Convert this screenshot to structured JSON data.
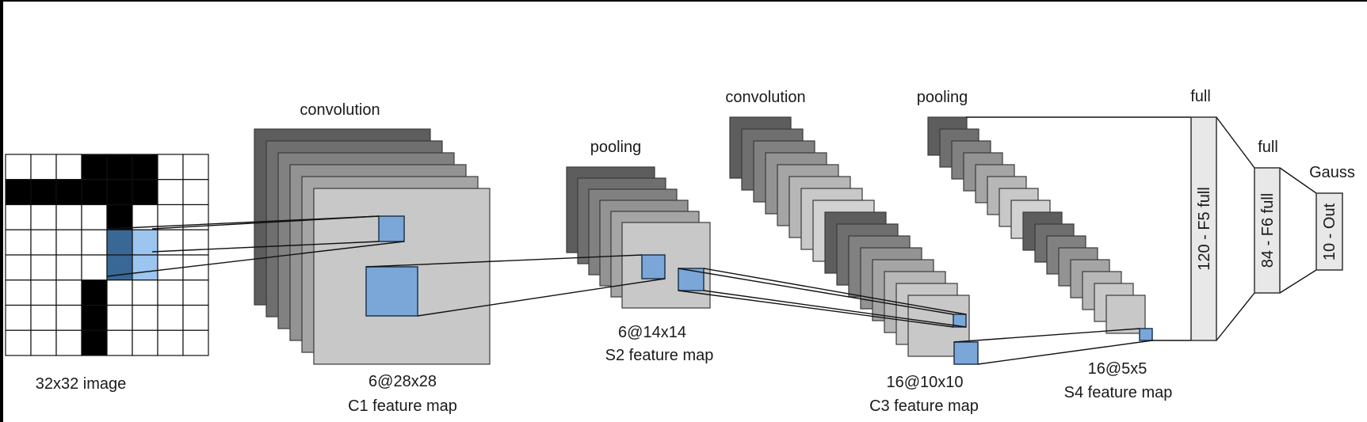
{
  "colors": {
    "background": "#ffffff",
    "frame": "#000000",
    "stack_palette": [
      "#5d5d5d",
      "#6f6f6f",
      "#818181",
      "#939393",
      "#a5a5a5",
      "#b7b7b7",
      "#c8c8c8",
      "#d2d2d2"
    ],
    "front_map": "#c8c8c8",
    "highlight": "#7aa7d8",
    "highlight_dark": "#3a6896",
    "highlight_light": "#9cc5ef",
    "fc_fill": "#e8e8e8"
  },
  "input": {
    "label": "32x32 image",
    "grid_rows": 8,
    "grid_cols": 8,
    "black_cells": [
      [
        0,
        3
      ],
      [
        0,
        4
      ],
      [
        0,
        5
      ],
      [
        1,
        0
      ],
      [
        1,
        1
      ],
      [
        1,
        2
      ],
      [
        1,
        3
      ],
      [
        1,
        4
      ],
      [
        1,
        5
      ],
      [
        2,
        4
      ],
      [
        3,
        4
      ],
      [
        4,
        4
      ],
      [
        5,
        3
      ],
      [
        6,
        3
      ],
      [
        7,
        3
      ]
    ],
    "highlight_cells": [
      [
        3,
        4
      ],
      [
        4,
        4
      ],
      [
        3,
        5
      ],
      [
        4,
        5
      ]
    ]
  },
  "c1": {
    "op_label": "convolution",
    "dims": "6@28x28",
    "name": "C1 feature map"
  },
  "s2": {
    "op_label": "pooling",
    "dims": "6@14x14",
    "name": "S2 feature map"
  },
  "c3": {
    "op_label": "convolution",
    "dims": "16@10x10",
    "name": "C3 feature map"
  },
  "s4": {
    "op_label": "pooling",
    "dims": "16@5x5",
    "name": "S4 feature map"
  },
  "f5": {
    "op_label": "full",
    "layer_text": "120 - F5 full"
  },
  "f6": {
    "op_label": "full",
    "layer_text": "84 - F6 full"
  },
  "out": {
    "op_label": "Gauss",
    "layer_text": "10 - Out"
  }
}
